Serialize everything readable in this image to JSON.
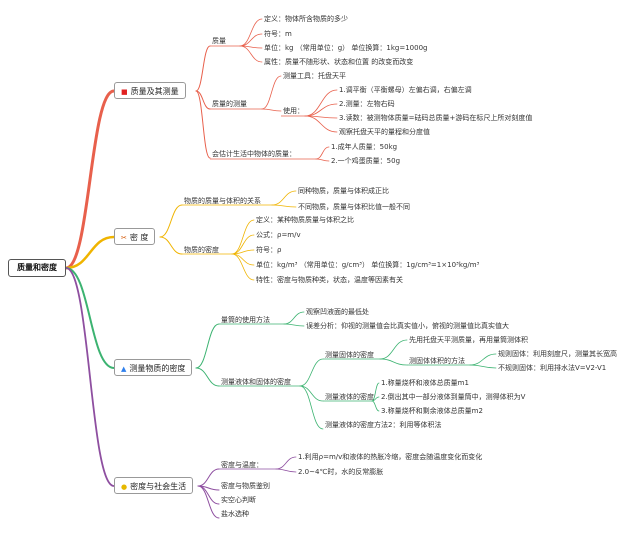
{
  "root": "质量和密度",
  "sections": {
    "mass": {
      "title": "质量及其测量",
      "icon": "red-flag-icon",
      "quality": {
        "label": "质量",
        "items": [
          "定义：物体所含物质的多少",
          "符号：m",
          "单位：kg （常用单位：g） 单位换算：1kg=1000g",
          "属性：质量不随形状、状态和位置 的改变而改变"
        ]
      },
      "measure": {
        "label": "质量的测量",
        "tool": "测量工具：托盘天平",
        "usage": {
          "label": "使用：",
          "items": [
            "1.调平衡（平衡螺母）左偏右调，右偏左调",
            "2.测量：左物右码",
            "3.读数：被测物体质量=砝码总质量+游码在标尺上所对刻度值",
            "观察托盘天平的量程和分度值"
          ]
        }
      },
      "estimate": {
        "label": "会估计生活中物体的质量：",
        "items": [
          "1.成年人质量：50kg",
          "2.一个鸡蛋质量：50g"
        ]
      }
    },
    "density": {
      "title": "密 度",
      "icon": "tools-icon",
      "relation": {
        "label": "物质的质量与体积的关系",
        "items": [
          "同种物质，质量与体积成正比",
          "不同物质，质量与体积比值一般不同"
        ]
      },
      "def": {
        "label": "物质的密度",
        "items": [
          "定义：某种物质质量与体积之比",
          "公式：ρ=m/v",
          "符号：ρ",
          "单位：kg/m³ （常用单位：g/cm³） 单位换算：1g/cm³=1×10³kg/m³",
          "特性：密度与物质种类，状态，温度等因素有关"
        ]
      }
    },
    "measure_density": {
      "title": "测量物质的密度",
      "icon": "flame-icon",
      "cylinder": {
        "label": "量筒的使用方法",
        "items": [
          "观察凹液面的最低处",
          "误差分析：仰视的测量值会比真实值小，俯视的测量值比真实值大"
        ]
      },
      "solid_liquid": {
        "label": "测量液体和固体的密度",
        "solid": {
          "label": "测量固体的密度",
          "first": "先用托盘天平测质量，再用量筒测体积",
          "volume": {
            "label": "测固体体积的方法",
            "items": [
              "规则固体：利用刻度尺，测量其长宽高",
              "不规则固体：利用排水法V=V2-V1"
            ]
          }
        },
        "liquid": {
          "label": "测量液体的密度",
          "items": [
            "1.称量烧杯和液体总质量m1",
            "2.倒出其中一部分液体到量筒中，测得体积为V",
            "3.称量烧杯和剩余液体总质量m2"
          ]
        },
        "liquid2": "测量液体的密度方法2：利用等体积法"
      }
    },
    "life": {
      "title": "密度与社会生活",
      "icon": "lightbulb-icon",
      "temp": {
        "label": "密度与温度：",
        "items": [
          "1.利用ρ=m/v和液体的热胀冷缩，密度会随温度变化而变化",
          "2.0~4℃时，水的反常膨胀"
        ]
      },
      "others": [
        "密度与物质鉴别",
        "实空心判断",
        "盐水选种"
      ]
    }
  },
  "colors": {
    "mass": "#e8604c",
    "density": "#f0b400",
    "measure_density": "#3cb371",
    "life": "#8e4fa0"
  }
}
